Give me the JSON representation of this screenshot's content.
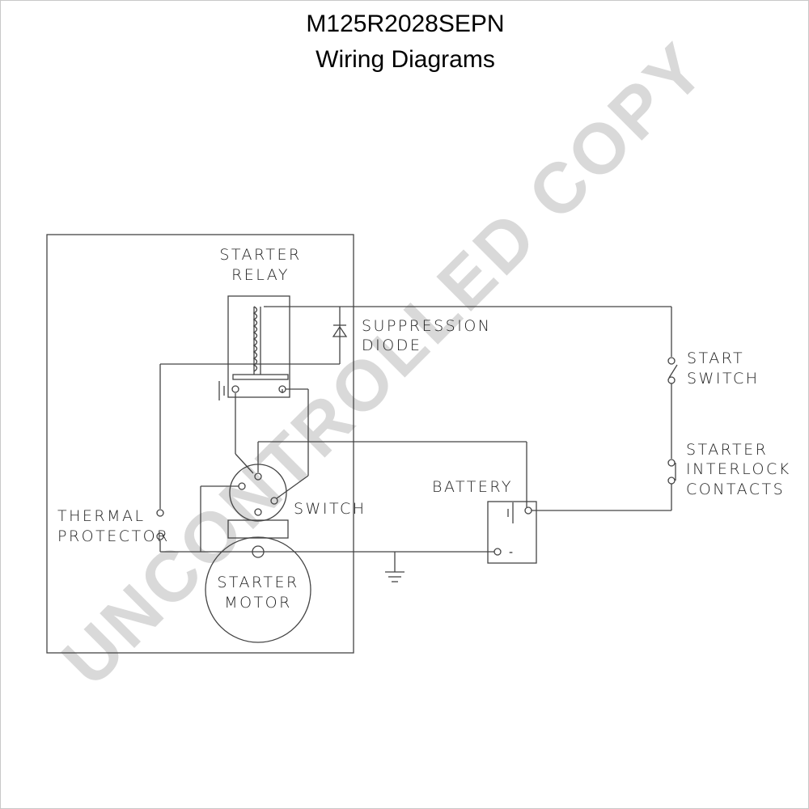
{
  "header": {
    "part_number": "M125R2028SEPN",
    "subtitle": "Wiring Diagrams"
  },
  "labels": {
    "starter_relay": [
      "STARTER",
      "RELAY"
    ],
    "suppression_diode": [
      "SUPPRESSION",
      "DIODE"
    ],
    "start_switch": [
      "START",
      "SWITCH"
    ],
    "interlock": [
      "STARTER",
      "INTERLOCK",
      "CONTACTS"
    ],
    "battery": "BATTERY",
    "switch": "SWITCH",
    "thermal_protector": [
      "THERMAL",
      "PROTECTOR"
    ],
    "starter_motor": [
      "STARTER",
      "MOTOR"
    ]
  },
  "symbols": {
    "battery_negative": "-"
  },
  "watermark": "UNCONTROLLED COPY",
  "colors": {
    "line": "#444444",
    "watermark": "#d9d9d9"
  }
}
